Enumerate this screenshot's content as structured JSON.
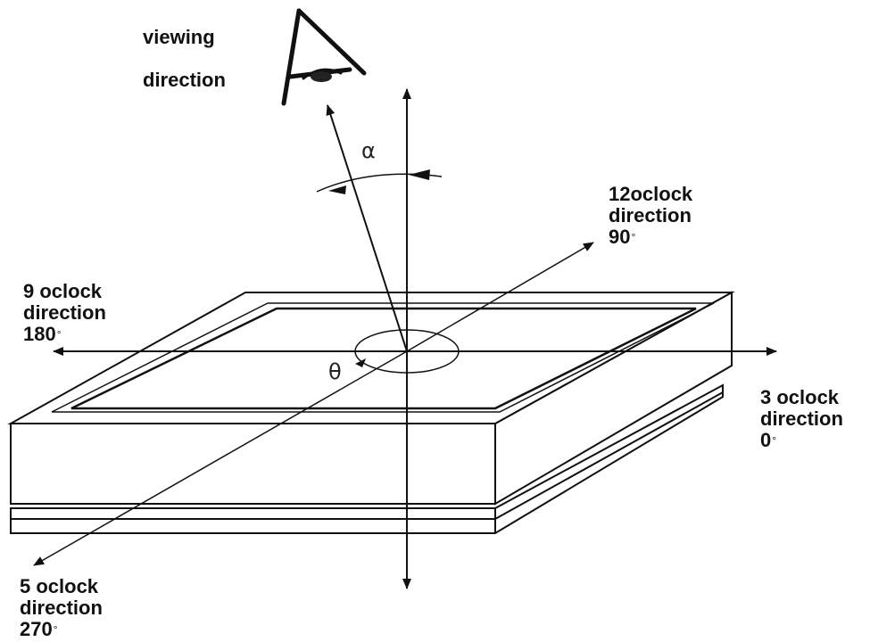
{
  "viewing_label": [
    "viewing",
    "direction"
  ],
  "alpha_symbol": "α",
  "theta_symbol": "θ",
  "labels": {
    "twelve": {
      "line1": "12oclock",
      "line2": "direction",
      "value": "90",
      "unit": "°"
    },
    "nine": {
      "line1": "9 oclock",
      "line2": "direction",
      "value": "180",
      "unit": "°"
    },
    "three": {
      "line1": "3 oclock",
      "line2": "direction",
      "value": "0",
      "unit": "°"
    },
    "five": {
      "line1": "5 oclock",
      "line2": "direction",
      "value": "270",
      "unit": "°"
    }
  },
  "colors": {
    "line": "#111111",
    "panel_fill": "#ffffff"
  },
  "icons": [
    "eye-icon"
  ]
}
